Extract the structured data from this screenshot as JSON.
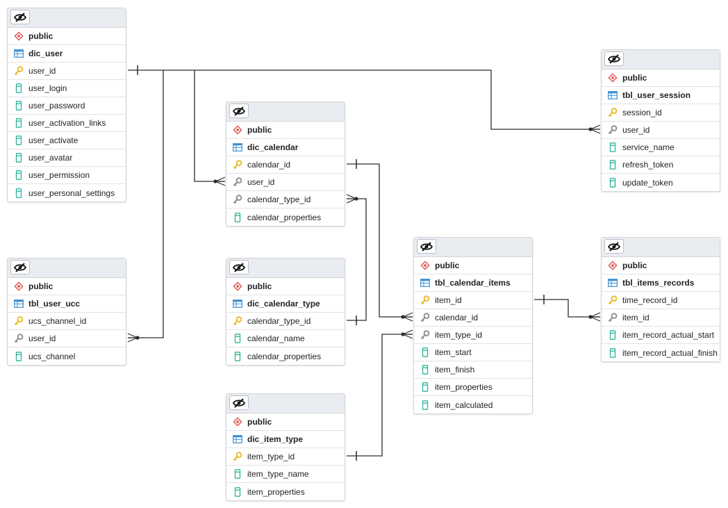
{
  "colors": {
    "schema": "#d9534f",
    "table": "#3d8fd1",
    "key": "#e8b81e",
    "fk": "#8a8a8a",
    "column": "#2bb39a",
    "line": "#2a2a2a"
  },
  "tables": {
    "dic_user": {
      "schema": "public",
      "name": "dic_user",
      "columns": [
        {
          "name": "user_id",
          "kind": "pk"
        },
        {
          "name": "user_login",
          "kind": "col"
        },
        {
          "name": "user_password",
          "kind": "col"
        },
        {
          "name": "user_activation_links",
          "kind": "col"
        },
        {
          "name": "user_activate",
          "kind": "col"
        },
        {
          "name": "user_avatar",
          "kind": "col"
        },
        {
          "name": "user_permission",
          "kind": "col"
        },
        {
          "name": "user_personal_settings",
          "kind": "col"
        }
      ]
    },
    "tbl_user_ucc": {
      "schema": "public",
      "name": "tbl_user_ucc",
      "columns": [
        {
          "name": "ucs_channel_id",
          "kind": "pk"
        },
        {
          "name": "user_id",
          "kind": "fk"
        },
        {
          "name": "ucs_channel",
          "kind": "col"
        }
      ]
    },
    "dic_calendar": {
      "schema": "public",
      "name": "dic_calendar",
      "columns": [
        {
          "name": "calendar_id",
          "kind": "pk"
        },
        {
          "name": "user_id",
          "kind": "fk"
        },
        {
          "name": "calendar_type_id",
          "kind": "fk"
        },
        {
          "name": "calendar_properties",
          "kind": "col"
        }
      ]
    },
    "dic_calendar_type": {
      "schema": "public",
      "name": "dic_calendar_type",
      "columns": [
        {
          "name": "calendar_type_id",
          "kind": "pk"
        },
        {
          "name": "calendar_name",
          "kind": "col"
        },
        {
          "name": "calendar_properties",
          "kind": "col"
        }
      ]
    },
    "dic_item_type": {
      "schema": "public",
      "name": "dic_item_type",
      "columns": [
        {
          "name": "item_type_id",
          "kind": "pk"
        },
        {
          "name": "item_type_name",
          "kind": "col"
        },
        {
          "name": "item_properties",
          "kind": "col"
        }
      ]
    },
    "tbl_calendar_items": {
      "schema": "public",
      "name": "tbl_calendar_items",
      "columns": [
        {
          "name": "item_id",
          "kind": "pk"
        },
        {
          "name": "calendar_id",
          "kind": "fk"
        },
        {
          "name": "item_type_id",
          "kind": "fk"
        },
        {
          "name": "item_start",
          "kind": "col"
        },
        {
          "name": "item_finish",
          "kind": "col"
        },
        {
          "name": "item_properties",
          "kind": "col"
        },
        {
          "name": "item_calculated",
          "kind": "col"
        }
      ]
    },
    "tbl_user_session": {
      "schema": "public",
      "name": "tbl_user_session",
      "columns": [
        {
          "name": "session_id",
          "kind": "pk"
        },
        {
          "name": "user_id",
          "kind": "fk"
        },
        {
          "name": "service_name",
          "kind": "col"
        },
        {
          "name": "refresh_token",
          "kind": "col"
        },
        {
          "name": "update_token",
          "kind": "col"
        }
      ]
    },
    "tbl_items_records": {
      "schema": "public",
      "name": "tbl_items_records",
      "columns": [
        {
          "name": "time_record_id",
          "kind": "pk"
        },
        {
          "name": "item_id",
          "kind": "fk"
        },
        {
          "name": "item_record_actual_start",
          "kind": "col"
        },
        {
          "name": "item_record_actual_finish",
          "kind": "col"
        }
      ]
    }
  }
}
